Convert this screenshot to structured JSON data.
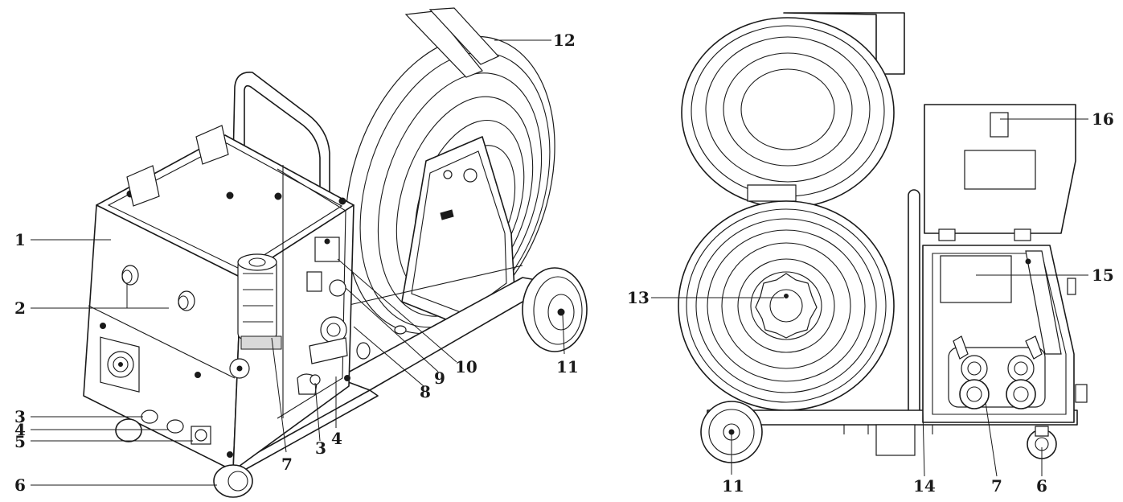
{
  "left_view": {
    "callouts": [
      {
        "id": "l1",
        "text": "1"
      },
      {
        "id": "l2",
        "text": "2"
      },
      {
        "id": "l3a",
        "text": "3"
      },
      {
        "id": "l4a",
        "text": "4"
      },
      {
        "id": "l5",
        "text": "5"
      },
      {
        "id": "l6",
        "text": "6"
      },
      {
        "id": "l7",
        "text": "7"
      },
      {
        "id": "l3b",
        "text": "3"
      },
      {
        "id": "l4b",
        "text": "4"
      },
      {
        "id": "l8",
        "text": "8"
      },
      {
        "id": "l9",
        "text": "9"
      },
      {
        "id": "l10",
        "text": "10"
      },
      {
        "id": "l11",
        "text": "11"
      },
      {
        "id": "l12",
        "text": "12"
      }
    ]
  },
  "right_view": {
    "callouts": [
      {
        "id": "r13",
        "text": "13"
      },
      {
        "id": "r16",
        "text": "16"
      },
      {
        "id": "r15",
        "text": "15"
      },
      {
        "id": "r11",
        "text": "11"
      },
      {
        "id": "r14",
        "text": "14"
      },
      {
        "id": "r7",
        "text": "7"
      },
      {
        "id": "r6",
        "text": "6"
      }
    ]
  }
}
